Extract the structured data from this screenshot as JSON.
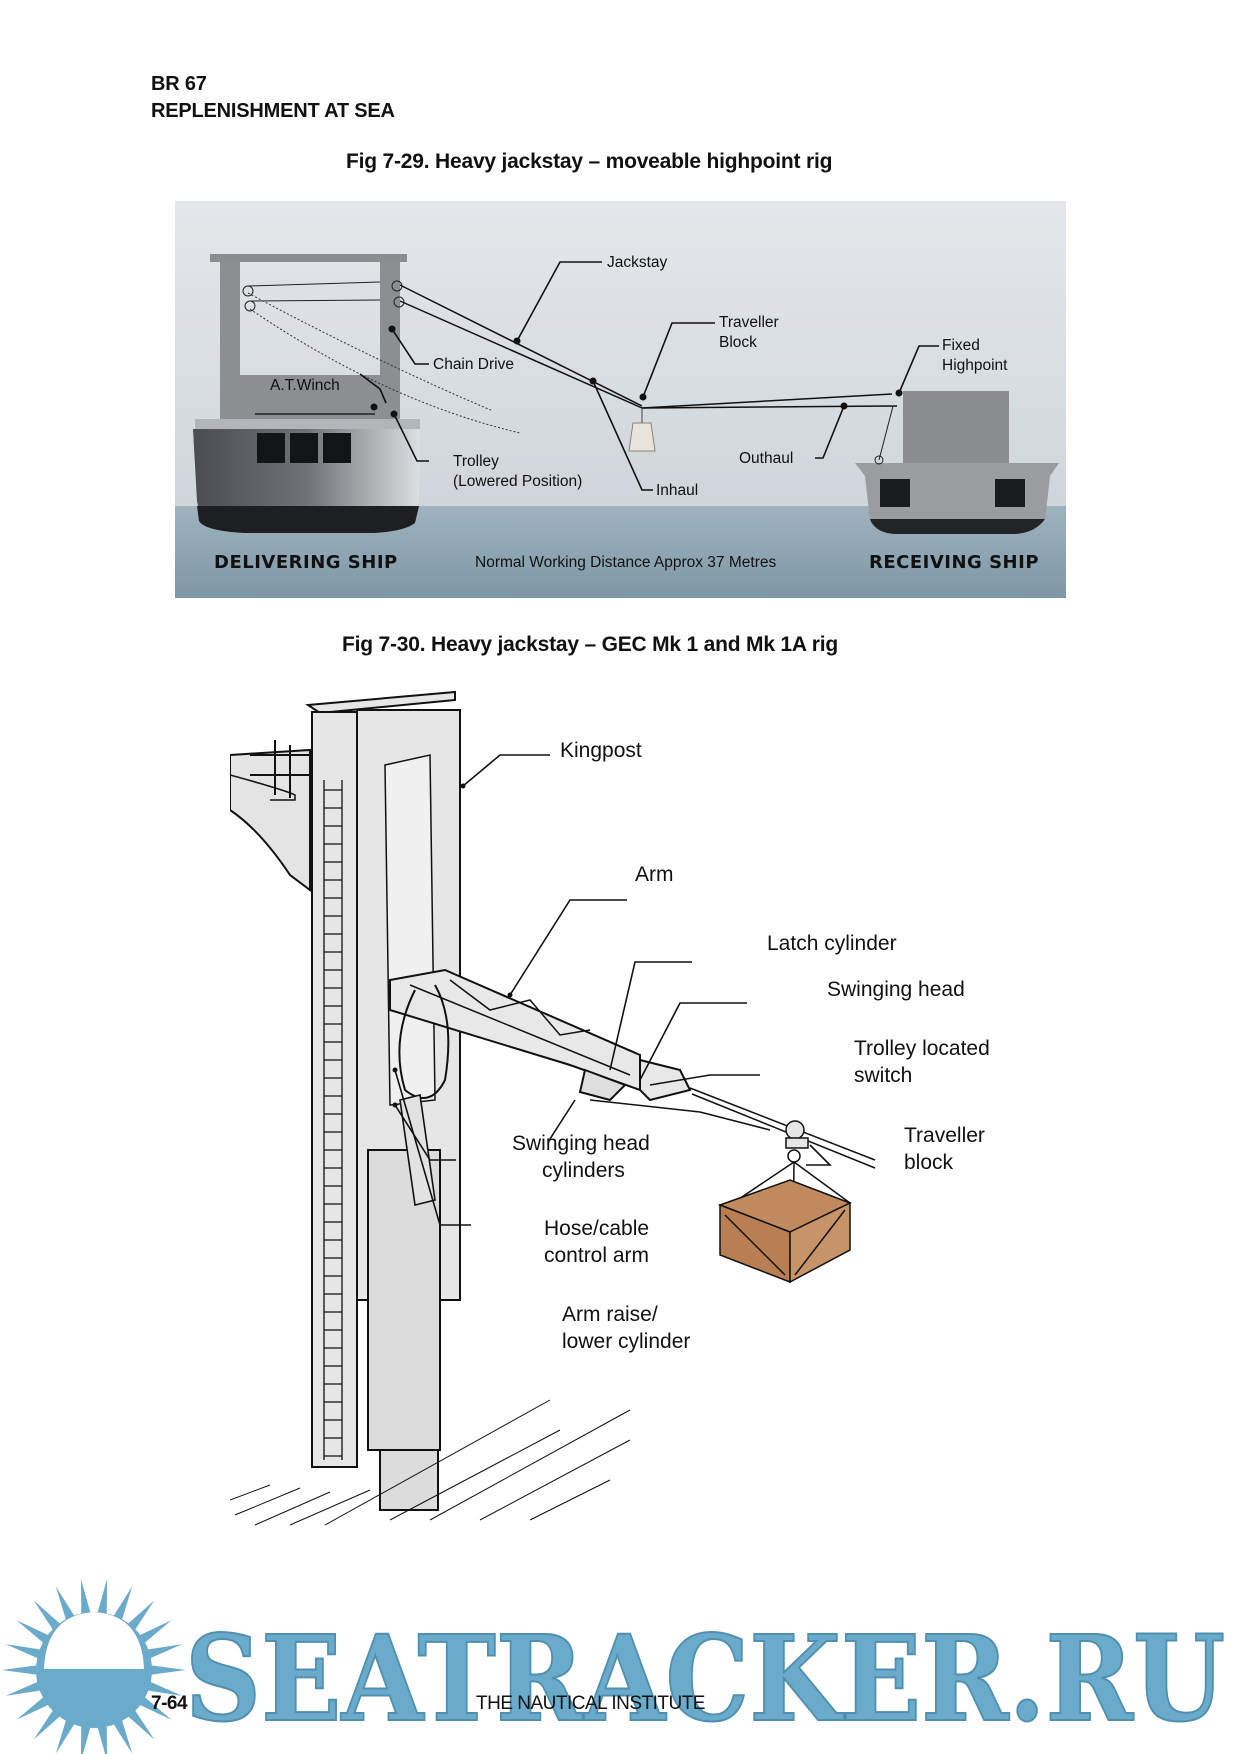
{
  "header": {
    "doc_id": "BR 67",
    "doc_title": "REPLENISHMENT AT SEA"
  },
  "figures": [
    {
      "caption": "Fig 7-29.  Heavy jackstay – moveable highpoint rig",
      "labels": {
        "jackstay": "Jackstay",
        "traveller_block_1": "Traveller",
        "traveller_block_2": "Block",
        "fixed_highpoint_1": "Fixed",
        "fixed_highpoint_2": "Highpoint",
        "chain_drive": "Chain Drive",
        "at_winch": "A.T.Winch",
        "trolley_1": "Trolley",
        "trolley_2": "(Lowered Position)",
        "inhaul": "Inhaul",
        "outhaul": "Outhaul",
        "delivering_ship": "DELIVERING SHIP",
        "receiving_ship": "RECEIVING SHIP",
        "distance_note": "Normal Working Distance Approx 37 Metres"
      }
    },
    {
      "caption": "Fig 7-30.  Heavy jackstay – GEC Mk 1 and Mk 1A rig",
      "labels": {
        "kingpost": "Kingpost",
        "arm": "Arm",
        "latch_cylinder": "Latch cylinder",
        "swinging_head": "Swinging head",
        "trolley_switch_1": "Trolley located",
        "trolley_switch_2": "switch",
        "traveller_block_1": "Traveller",
        "traveller_block_2": "block",
        "swinging_head_cyl_1": "Swinging head",
        "swinging_head_cyl_2": "cylinders",
        "hose_cable_1": "Hose/cable",
        "hose_cable_2": "control arm",
        "arm_raise_1": "Arm raise/",
        "arm_raise_2": "lower cylinder"
      }
    }
  ],
  "footer": {
    "page_number": "7-64",
    "publisher": "THE NAUTICAL INSTITUTE"
  },
  "watermark": {
    "text": "SEATRACKER.RU",
    "color": "#6aaacb"
  }
}
